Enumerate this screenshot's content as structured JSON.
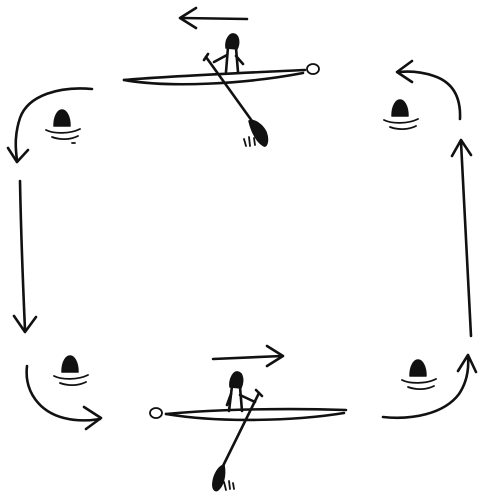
{
  "diagram": {
    "type": "paddle-course-loop",
    "ink_color": "#111111",
    "background_color": "#ffffff",
    "icons": {
      "kayak": "kayak-icon",
      "paddler": "paddler-icon",
      "paddle": "paddle-icon",
      "buoy": "buoy-icon",
      "arrow": "arrow-icon"
    },
    "kayaks": [
      {
        "name": "top-kayak",
        "direction": "left"
      },
      {
        "name": "bottom-kayak",
        "direction": "right"
      }
    ],
    "buoys": [
      {
        "name": "top-left-buoy"
      },
      {
        "name": "top-right-buoy"
      },
      {
        "name": "bottom-left-buoy"
      },
      {
        "name": "bottom-right-buoy"
      }
    ],
    "flow": "counter-clockwise"
  }
}
